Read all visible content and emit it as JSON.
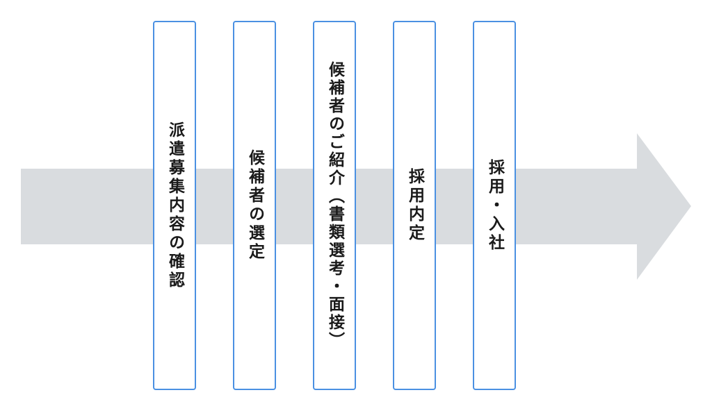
{
  "steps": [
    {
      "label": "派遣募集内容の確認"
    },
    {
      "label": "候補者の選定"
    },
    {
      "label": "候補者のご紹介（書類選考・面接）"
    },
    {
      "label": "採用内定"
    },
    {
      "label": "採用・入社"
    }
  ],
  "colors": {
    "arrow": "#d9dcdf",
    "box_border": "#4a90e2",
    "text": "#1a1a1a"
  }
}
